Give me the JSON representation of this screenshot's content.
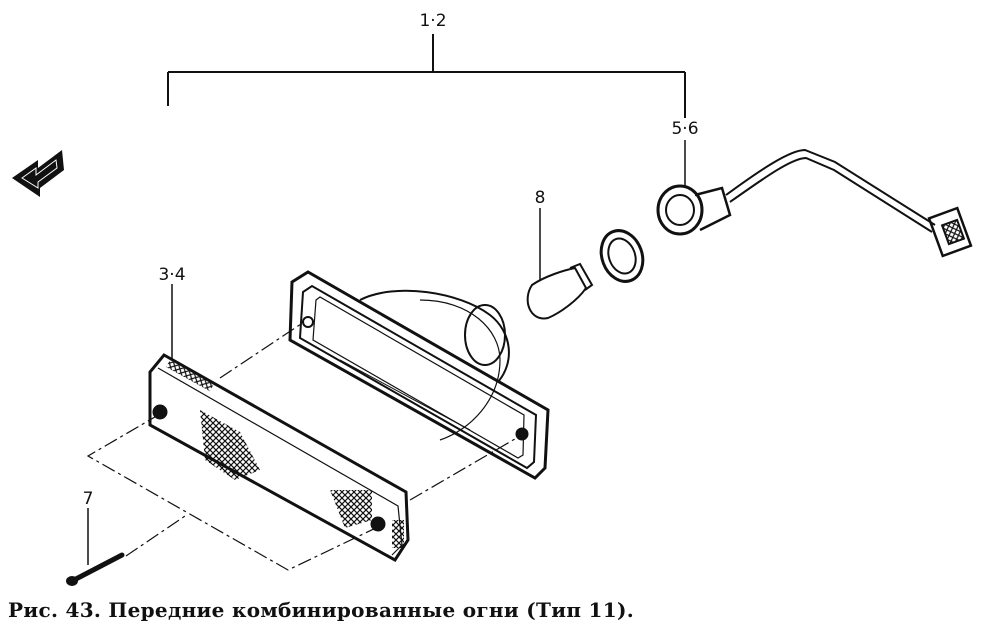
{
  "diagram": {
    "callouts": {
      "lamp_assembly": "1·2",
      "lens": "3·4",
      "socket": "5·6",
      "screw": "7",
      "bulb": "8"
    }
  },
  "caption": "Рис. 43. Передние комбинированные огни (Тип 11)."
}
